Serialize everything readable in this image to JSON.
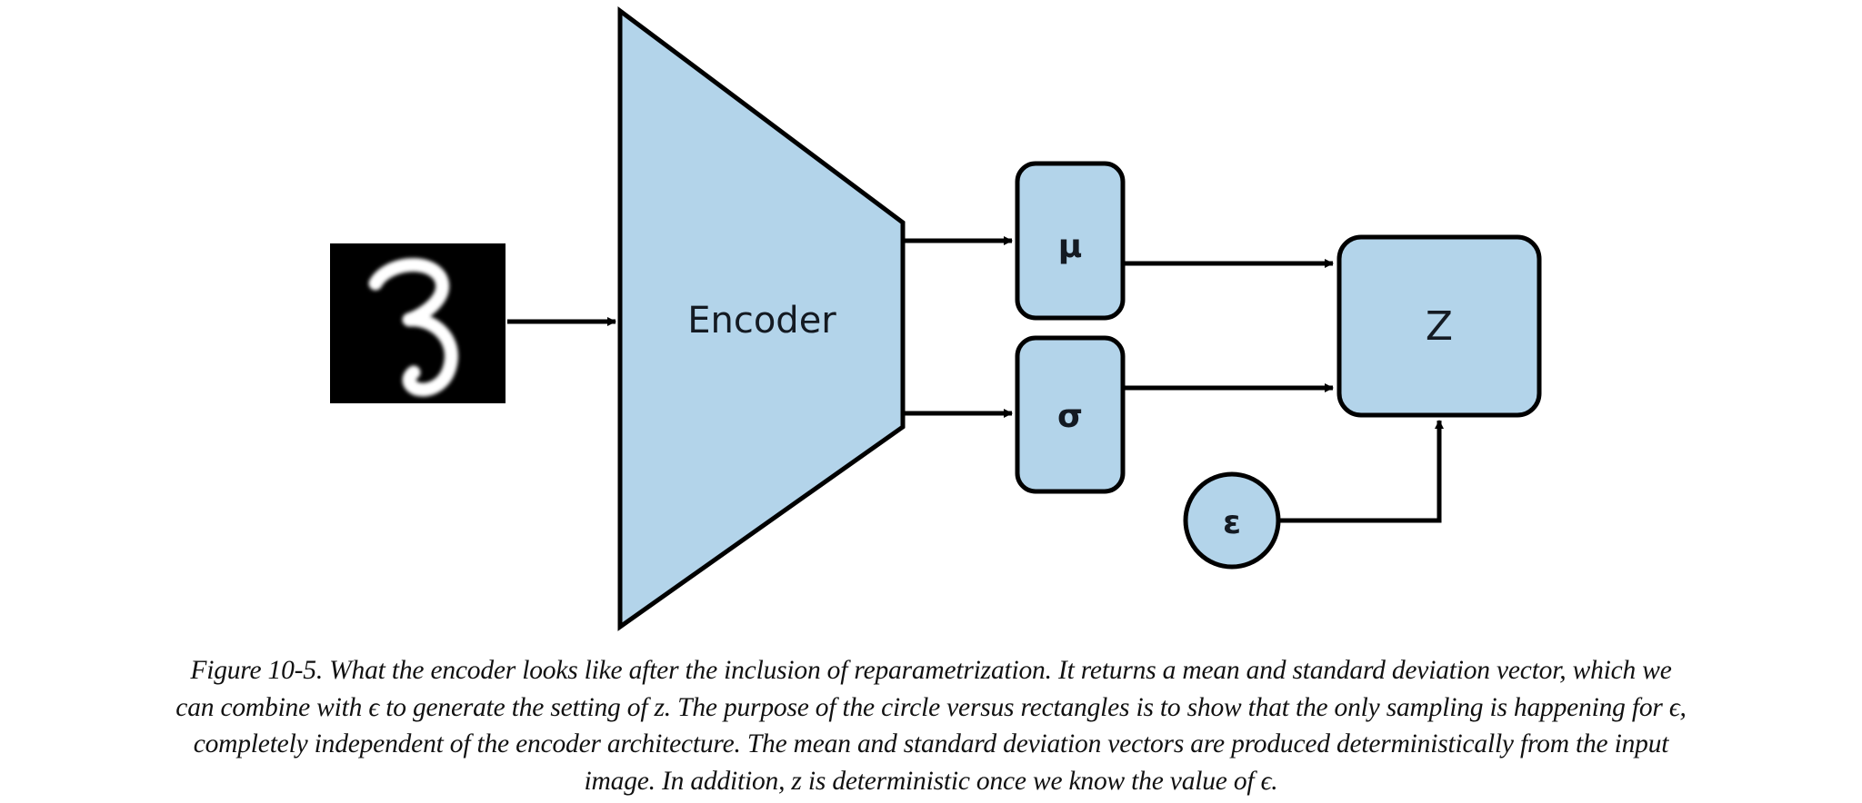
{
  "figure": {
    "colors": {
      "node_fill": "#b3d4ea",
      "stroke": "#000000",
      "image_background": "#000000",
      "digit": "#ffffff"
    },
    "input_image": {
      "description": "handwritten digit",
      "digit": "3"
    },
    "nodes": {
      "encoder": {
        "label": "Encoder",
        "shape": "trapezoid"
      },
      "mu": {
        "label": "μ",
        "shape": "rounded-rectangle"
      },
      "sigma": {
        "label": "σ",
        "shape": "rounded-rectangle"
      },
      "z": {
        "label": "Z",
        "shape": "rounded-rectangle"
      },
      "epsilon": {
        "label": "ε",
        "shape": "circle"
      }
    },
    "edges": [
      {
        "from": "input_image",
        "to": "encoder"
      },
      {
        "from": "encoder",
        "to": "mu"
      },
      {
        "from": "encoder",
        "to": "sigma"
      },
      {
        "from": "mu",
        "to": "z"
      },
      {
        "from": "sigma",
        "to": "z"
      },
      {
        "from": "epsilon",
        "to": "z"
      }
    ]
  },
  "caption": {
    "lines": [
      "Figure 10-5. What the encoder looks like after the inclusion of reparametrization. It returns a mean and standard deviation vector, which we",
      "can combine with ϵ to generate the setting of z. The purpose of the circle versus rectangles is to show that the only sampling is happening for ϵ,",
      "completely independent of the encoder architecture. The mean and standard deviation vectors are produced deterministically from the input",
      "image. In addition, z is deterministic once we know the value of ϵ."
    ]
  }
}
